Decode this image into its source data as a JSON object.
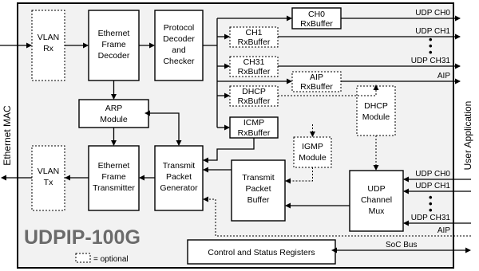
{
  "title": "UDPIP-100G",
  "side_labels": {
    "left": "Ethernet MAC",
    "right": "User Application"
  },
  "blocks": {
    "vlan_rx": [
      "VLAN",
      "Rx"
    ],
    "eth_frame_decoder": [
      "Ethernet",
      "Frame",
      "Decoder"
    ],
    "protocol_decoder": [
      "Protocol",
      "Decoder",
      "and",
      "Checker"
    ],
    "ch0_rxbuffer": [
      "CH0",
      "RxBuffer"
    ],
    "ch1_rxbuffer": [
      "CH1",
      "RxBuffer"
    ],
    "ch31_rxbuffer": [
      "CH31",
      "RxBuffer"
    ],
    "aip_rxbuffer": [
      "AIP",
      "RxBuffer"
    ],
    "dhcp_rxbuffer": [
      "DHCP",
      "RxBuffer"
    ],
    "dhcp_module": [
      "DHCP",
      "Module"
    ],
    "arp_module": [
      "ARP",
      "Module"
    ],
    "icmp_rxbuffer": [
      "ICMP",
      "RxBuffer"
    ],
    "igmp_module": [
      "IGMP",
      "Module"
    ],
    "vlan_tx": [
      "VLAN",
      "Tx"
    ],
    "eth_frame_transmitter": [
      "Ethernet",
      "Frame",
      "Transmitter"
    ],
    "transmit_packet_generator": [
      "Transmit",
      "Packet",
      "Generator"
    ],
    "transmit_packet_buffer": [
      "Transmit",
      "Packet",
      "Buffer"
    ],
    "udp_channel_mux": [
      "UDP",
      "Channel",
      "Mux"
    ],
    "control_status_registers": [
      "Control and Status Registers"
    ]
  },
  "signals": {
    "out_udp_ch0": "UDP CH0",
    "out_udp_ch1": "UDP CH1",
    "out_udp_ch31": "UDP CH31",
    "out_aip": "AIP",
    "in_udp_ch0": "UDP CH0",
    "in_udp_ch1": "UDP CH1",
    "in_udp_ch31": "UDP CH31",
    "in_aip": "AIP",
    "soc_bus": "SoC Bus"
  },
  "ellipsis": "•\n•\n•",
  "legend": {
    "optional": "= optional"
  }
}
